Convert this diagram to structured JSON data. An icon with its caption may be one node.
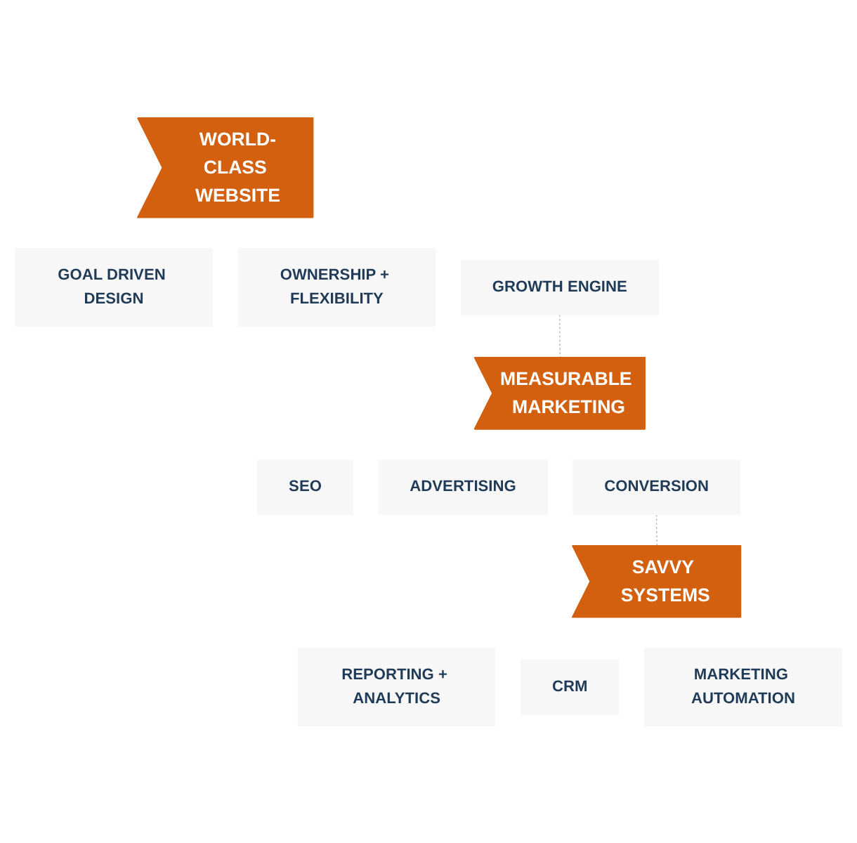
{
  "diagram": {
    "nodes": [
      {
        "text": [
          "WORLD-CLASS WEBSITE"
        ]
      },
      {
        "text": [
          "GOAL DRIVEN DESIGN"
        ]
      },
      {
        "text": [
          "OWNERSHIP + FLEXIBILITY"
        ]
      },
      {
        "text": [
          "GROWTH ENGINE"
        ]
      },
      {
        "text": [
          "MEASURABLE MARKETING"
        ]
      },
      {
        "text": [
          "SEO"
        ]
      },
      {
        "text": [
          "ADVERTISING"
        ]
      },
      {
        "text": [
          "CONVERSION"
        ]
      },
      {
        "text": [
          "SAVVY SYSTEMS"
        ]
      },
      {
        "text": [
          "REPORTING + ANALYTICS"
        ]
      },
      {
        "text": [
          "CRM"
        ]
      },
      {
        "text": [
          "MARKETING AUTOMATION"
        ]
      }
    ],
    "edges": [
      {
        "from": 3,
        "to": 4,
        "arrow": "none",
        "style": "dashed"
      },
      {
        "from": 7,
        "to": 8,
        "arrow": "none",
        "style": "dashed"
      }
    ]
  }
}
